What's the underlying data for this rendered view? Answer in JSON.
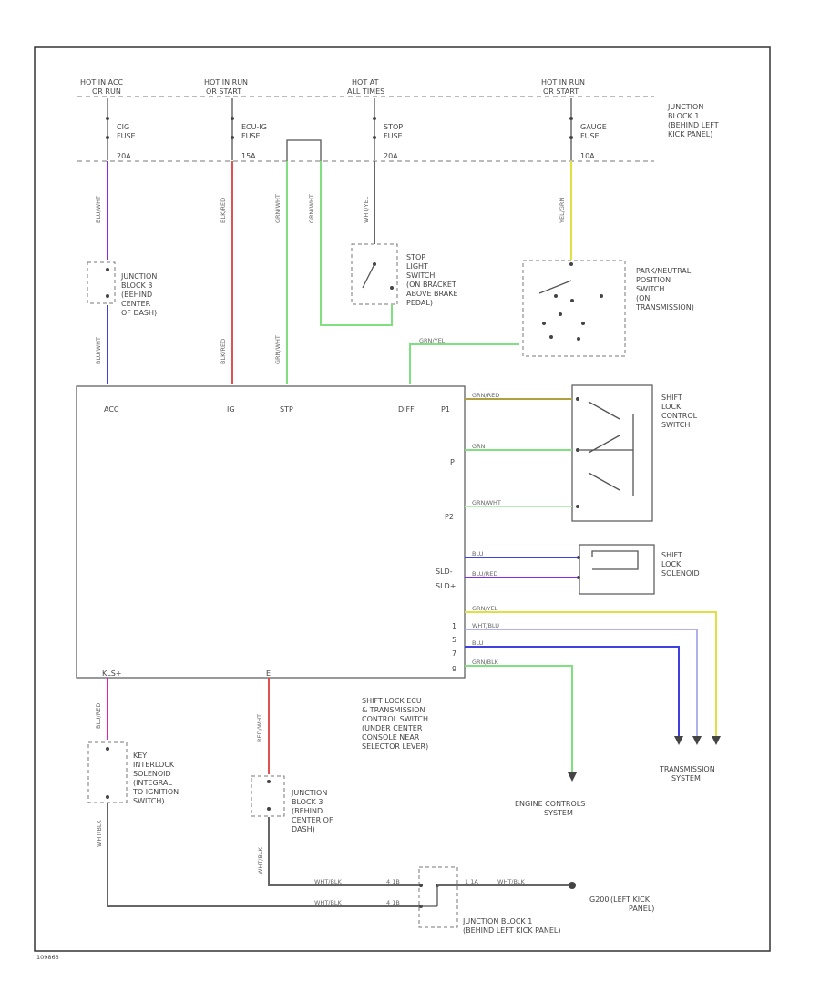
{
  "footer_code": "109863",
  "fuses": [
    {
      "hot": "HOT IN ACC",
      "hot2": "OR RUN",
      "name": "CIG",
      "name2": "FUSE",
      "amp": "20A"
    },
    {
      "hot": "HOT IN RUN",
      "hot2": "OR START",
      "name": "ECU-IG",
      "name2": "FUSE",
      "amp": "15A"
    },
    {
      "hot": "HOT AT",
      "hot2": "ALL TIMES",
      "name": "STOP",
      "name2": "FUSE",
      "amp": "20A"
    },
    {
      "hot": "HOT IN RUN",
      "hot2": "OR START",
      "name": "GAUGE",
      "name2": "FUSE",
      "amp": "10A"
    }
  ],
  "junction_block_1_top": [
    "JUNCTION",
    "BLOCK 1",
    "(BEHIND LEFT",
    "KICK PANEL)"
  ],
  "junction_block_3_upper": [
    "JUNCTION",
    "BLOCK 3",
    "(BEHIND",
    "CENTER",
    "OF DASH)"
  ],
  "junction_block_3_lower": [
    "JUNCTION",
    "BLOCK 3",
    "(BEHIND",
    "CENTER OF",
    "DASH)"
  ],
  "stop_light_switch": [
    "STOP",
    "LIGHT",
    "SWITCH",
    "(ON BRACKET",
    "ABOVE BRAKE",
    "PEDAL)"
  ],
  "park_neutral_switch": [
    "PARK/NEUTRAL",
    "POSITION",
    "SWITCH",
    "(ON",
    "TRANSMISSION)"
  ],
  "shift_lock_control_switch": [
    "SHIFT",
    "LOCK",
    "CONTROL",
    "SWITCH"
  ],
  "shift_lock_solenoid": [
    "SHIFT",
    "LOCK",
    "SOLENOID"
  ],
  "key_interlock_solenoid": [
    "KEY",
    "INTERLOCK",
    "SOLENOID",
    "(INTEGRAL",
    "TO IGNITION",
    "SWITCH)"
  ],
  "ecu_label": [
    "SHIFT LOCK ECU",
    "& TRANSMISSION",
    "CONTROL SWITCH",
    "(UNDER CENTER",
    "CONSOLE NEAR",
    "SELECTOR LEVER)"
  ],
  "ecu_pins": {
    "acc": "ACC",
    "ig": "IG",
    "stp": "STP",
    "diff": "DIFF",
    "p1": "P1",
    "p": "P",
    "p2": "P2",
    "sld_neg": "SLD-",
    "sld_pos": "SLD+",
    "pin1": "1",
    "pin5": "5",
    "pin7": "7",
    "pin9": "9",
    "kls": "KLS+",
    "e": "E"
  },
  "wires": {
    "blu_wht": "BLU/WHT",
    "blk_red": "BLK/RED",
    "grn_wht": "GRN/WHT",
    "wht_yel": "WHT/YEL",
    "yel_grn": "YEL/GRN",
    "grn_yel": "GRN/YEL",
    "grn_red": "GRN/RED",
    "grn": "GRN",
    "grn_wht2": "GRN/WHT",
    "blu": "BLU",
    "blu_red": "BLU/RED",
    "wht_blu": "WHT/BLU",
    "grn_blk": "GRN/BLK",
    "blu_red2": "BLU/RED",
    "wht_blk": "WHT/BLK",
    "red_wht": "RED/WHT"
  },
  "engine_controls": [
    "ENGINE CONTROLS",
    "SYSTEM"
  ],
  "transmission": [
    "TRANSMISSION",
    "SYSTEM"
  ],
  "ground": [
    "G200",
    "(LEFT KICK",
    "PANEL)"
  ],
  "junction_block_1_bottom": [
    "JUNCTION BLOCK 1",
    "(BEHIND LEFT KICK PANEL)"
  ],
  "connector_labels": {
    "c1": "4 1B",
    "c2": "4 1B",
    "c3": "1 1A"
  },
  "colors": {
    "purple": "#8a2be2",
    "blue": "#4040e0",
    "red": "#e05050",
    "green": "#80e080",
    "yellow": "#e0e040",
    "olive": "#b0a040",
    "magenta": "#e020c0",
    "light_blue": "#b0b0f0"
  }
}
